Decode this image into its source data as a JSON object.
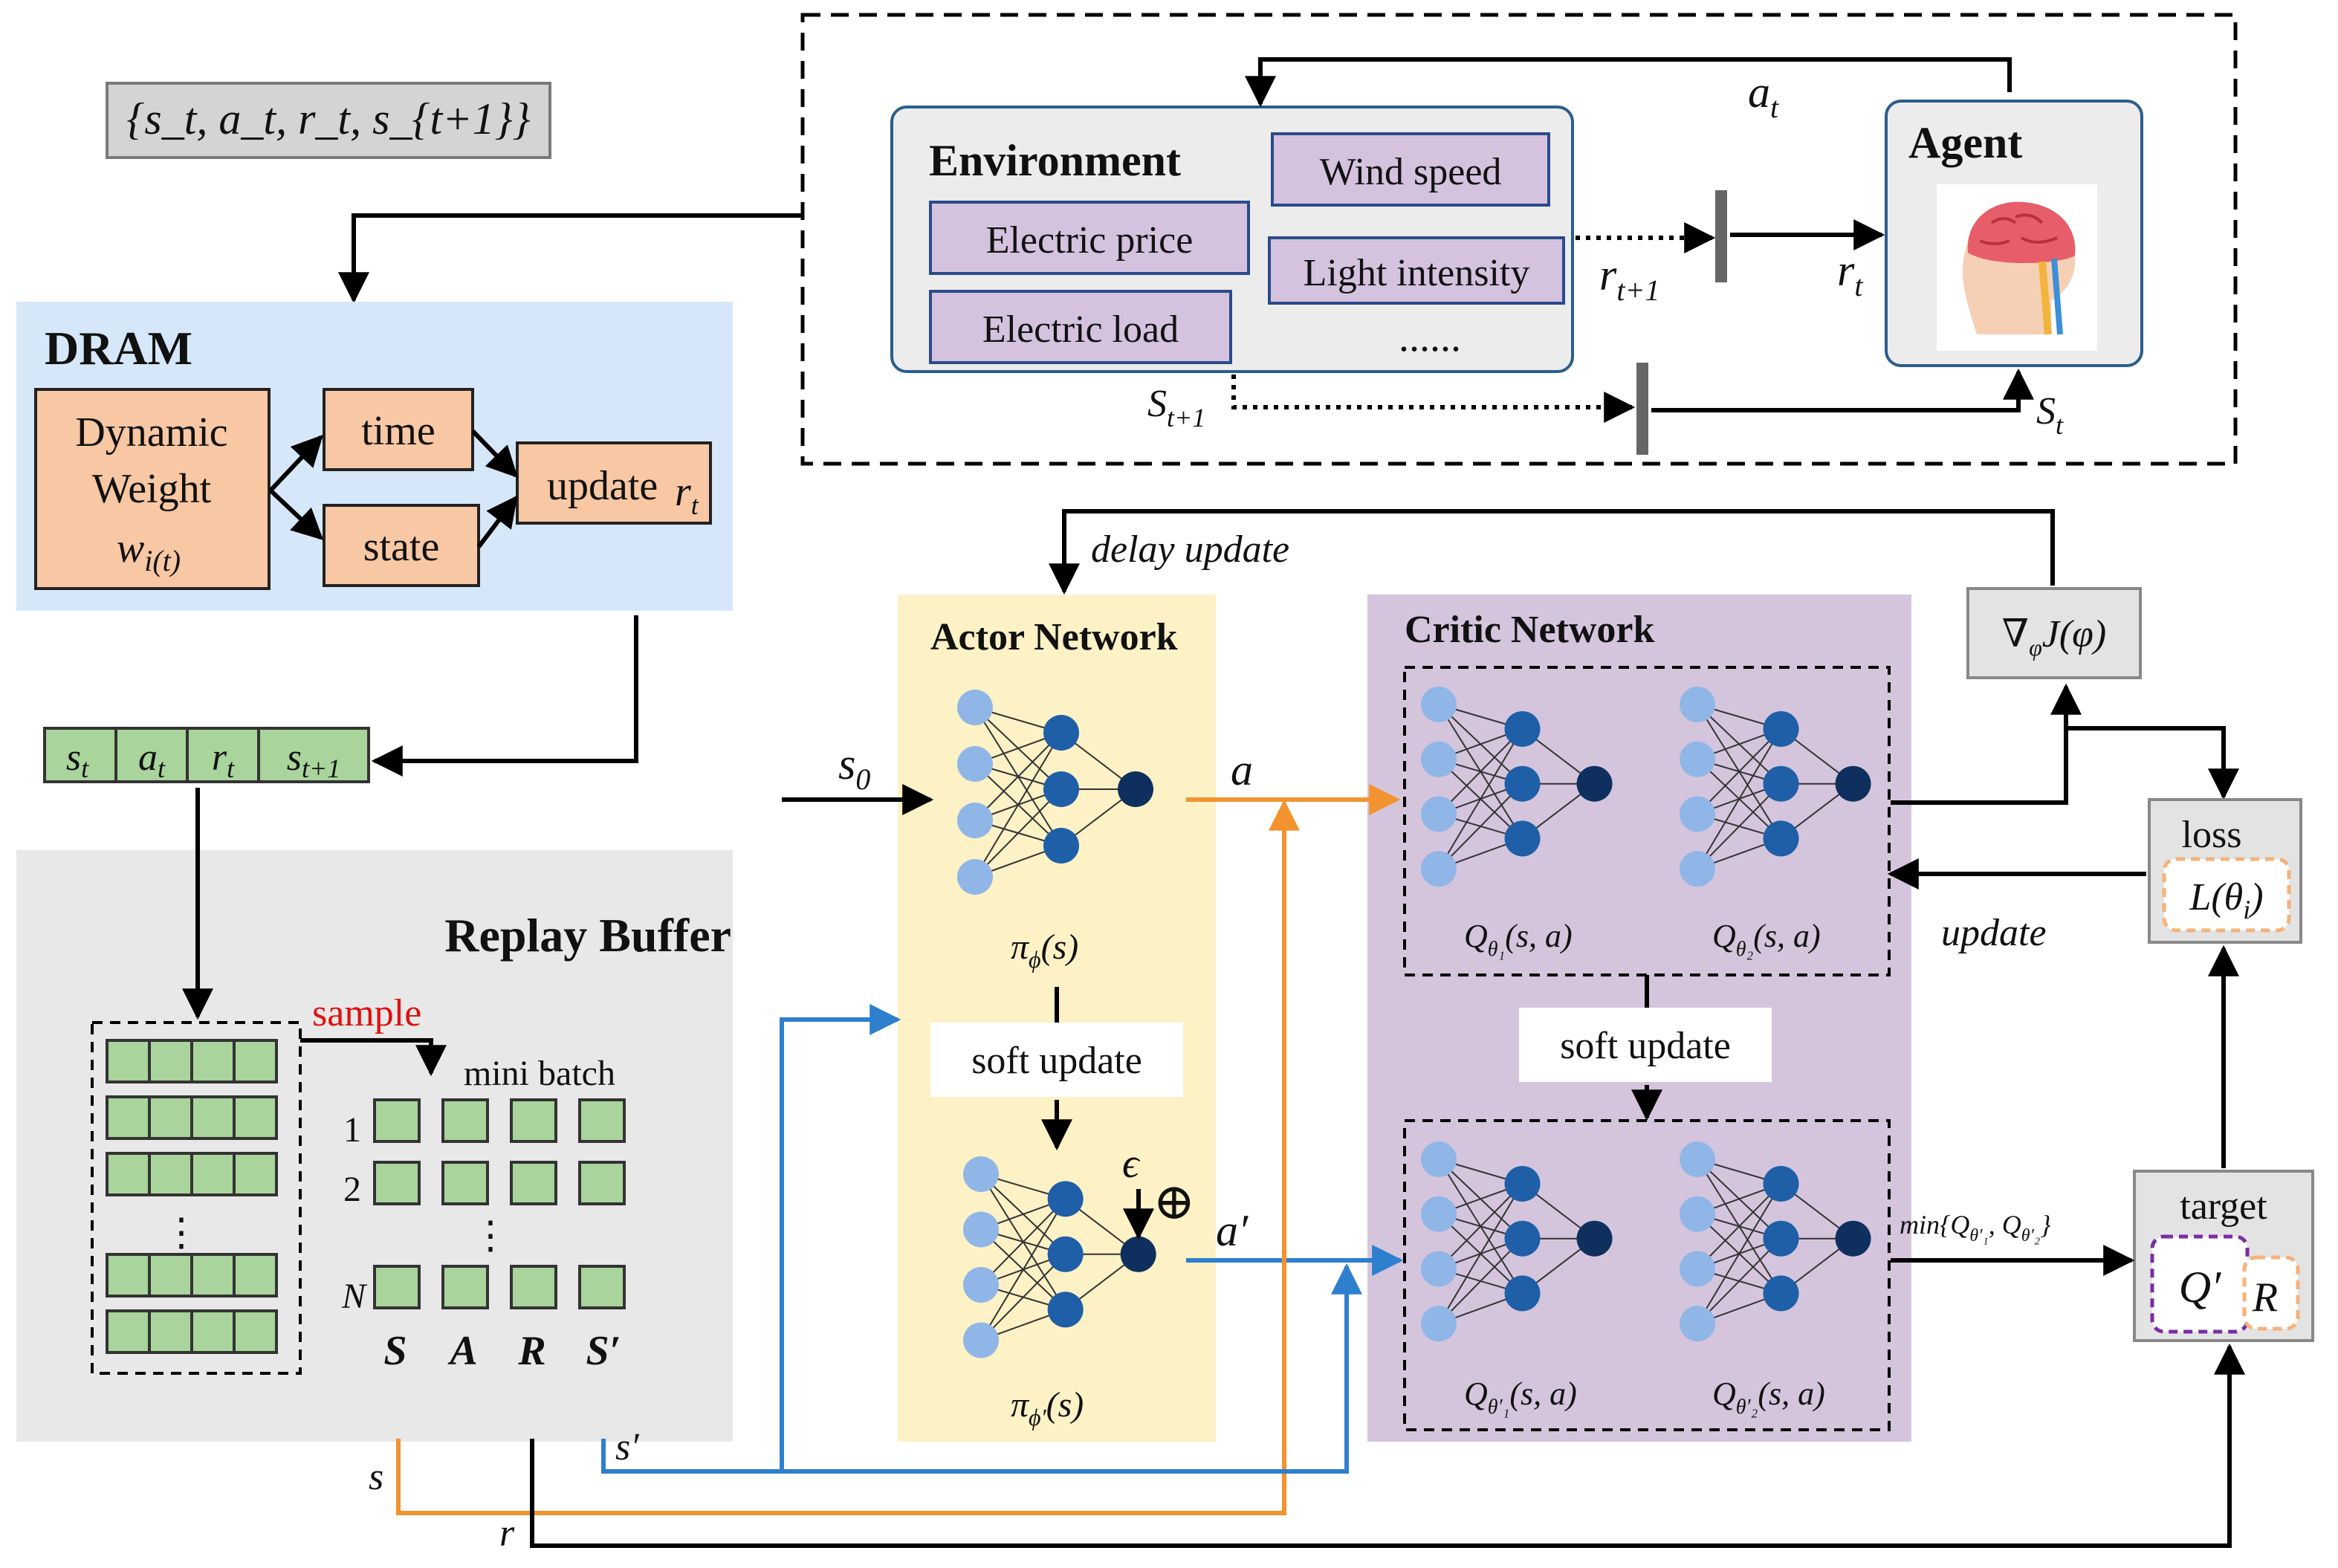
{
  "tuple_box": "{s_t, a_t, r_t, s_{t+1}}",
  "environment": {
    "title": "Environment",
    "factors": [
      "Wind speed",
      "Electric price",
      "Light intensity",
      "Electric load"
    ],
    "more": "......"
  },
  "agent": {
    "title": "Agent",
    "icon": "brain-head-icon"
  },
  "rl_loop": {
    "action": "a",
    "reward": "r",
    "reward_next": "r",
    "state_next": "S",
    "state": "S",
    "sub_t": "t",
    "sub_t1": "t+1"
  },
  "dram": {
    "title": "DRAM",
    "dynamic_weight": [
      "Dynamic",
      "Weight"
    ],
    "weight_symbol": "w",
    "weight_sub": "i(t)",
    "time": "time",
    "state": "state",
    "update": "update",
    "update_symbol": "r",
    "update_sub": "t"
  },
  "transition": [
    "s",
    "a",
    "r",
    "s"
  ],
  "replay_buffer": {
    "title": "Replay Buffer",
    "sample": "sample",
    "mini_batch": "mini batch",
    "rows": [
      "1",
      "2",
      "N"
    ],
    "cols": [
      "S",
      "A",
      "R",
      "S′"
    ],
    "out_s": "s",
    "out_s_prime": "s′",
    "out_r": "r"
  },
  "actor": {
    "title": "Actor Network",
    "input": "s",
    "input_sub": "0",
    "output": "a",
    "policy": "π",
    "policy_sub": "ϕ",
    "policy_arg": "(s)",
    "soft_update": "soft update",
    "target_policy_sub": "ϕ′",
    "noise": "ϵ",
    "oplus": "⊕",
    "target_output": "a′",
    "delay_update": "delay update"
  },
  "critic": {
    "title": "Critic Network",
    "q": "Q",
    "q_args": "(s, a)",
    "subs": [
      "θ₁",
      "θ₂",
      "θ′₁",
      "θ′₂"
    ],
    "soft_update": "soft update",
    "min_label": "min{Q",
    "min_subs": [
      "θ′₁",
      "θ′₂"
    ]
  },
  "policy_gradient": "∇",
  "policy_gradient_sub": "φ",
  "policy_gradient_rest": "J(φ)",
  "loss": {
    "title": "loss",
    "expr": "L(θ",
    "expr_sub": "i",
    "expr_end": ")",
    "update": "update"
  },
  "target": {
    "title": "target",
    "q": "Q′",
    "r": "R"
  },
  "colors": {
    "dram_bg": "#d6e7fa",
    "orange_box": "#f8c7a3",
    "green_cell": "#a9d49b",
    "env_bg": "#ececec",
    "factor_bg": "#d4c2de",
    "actor_bg": "#fdf1c6",
    "critic_bg": "#d4c5dd",
    "buffer_bg": "#e8e8e8",
    "orange_line": "#f2932f",
    "blue_line": "#2e7fce",
    "node_light": "#8fb6e6",
    "node_mid": "#1e5fa7",
    "node_dark": "#0f305e"
  }
}
